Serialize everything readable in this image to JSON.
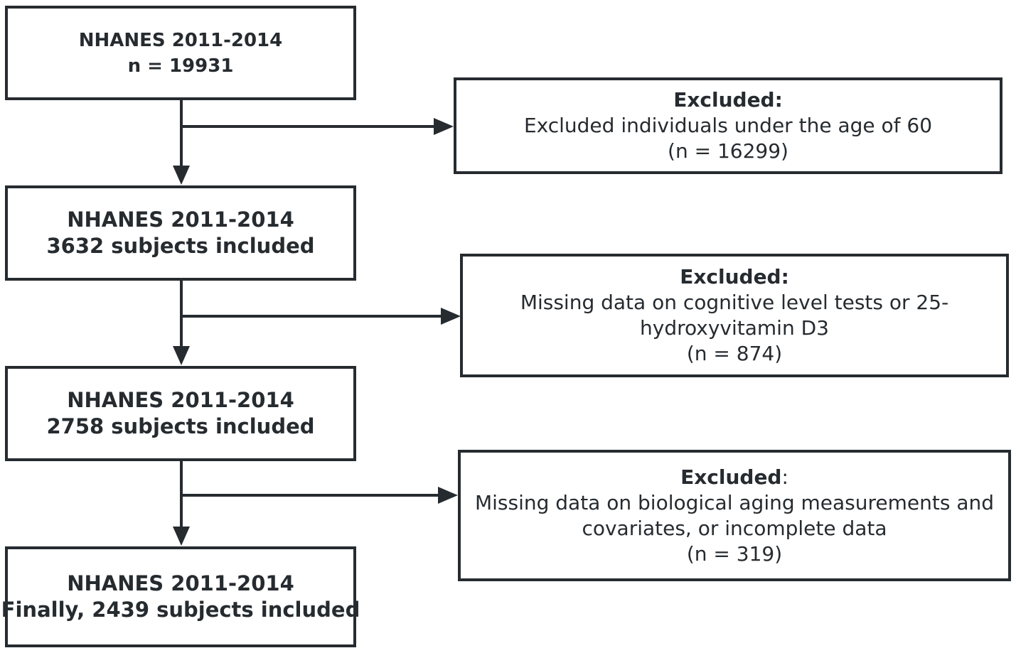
{
  "stages": [
    {
      "title": "NHANES 2011-2014",
      "count_text": "n = 19931"
    },
    {
      "title": "NHANES 2011-2014",
      "count_text": "3632 subjects included"
    },
    {
      "title": "NHANES 2011-2014",
      "count_text": "2758 subjects included"
    },
    {
      "title": "NHANES 2011-2014",
      "count_text": "Finally, 2439 subjects included"
    }
  ],
  "exclusions": [
    {
      "heading": "Excluded:",
      "lines": [
        "Excluded individuals under the age of 60"
      ],
      "count_text": "(n = 16299)"
    },
    {
      "heading": "Excluded:",
      "lines": [
        "Missing data on cognitive level tests or 25-",
        "hydroxyvitamin D3"
      ],
      "count_text": "(n = 874)"
    },
    {
      "heading": "Excluded",
      "heading_suffix": ":",
      "lines": [
        "Missing data on biological aging measurements and",
        "covariates, or incomplete data"
      ],
      "count_text": "(n = 319)"
    }
  ]
}
